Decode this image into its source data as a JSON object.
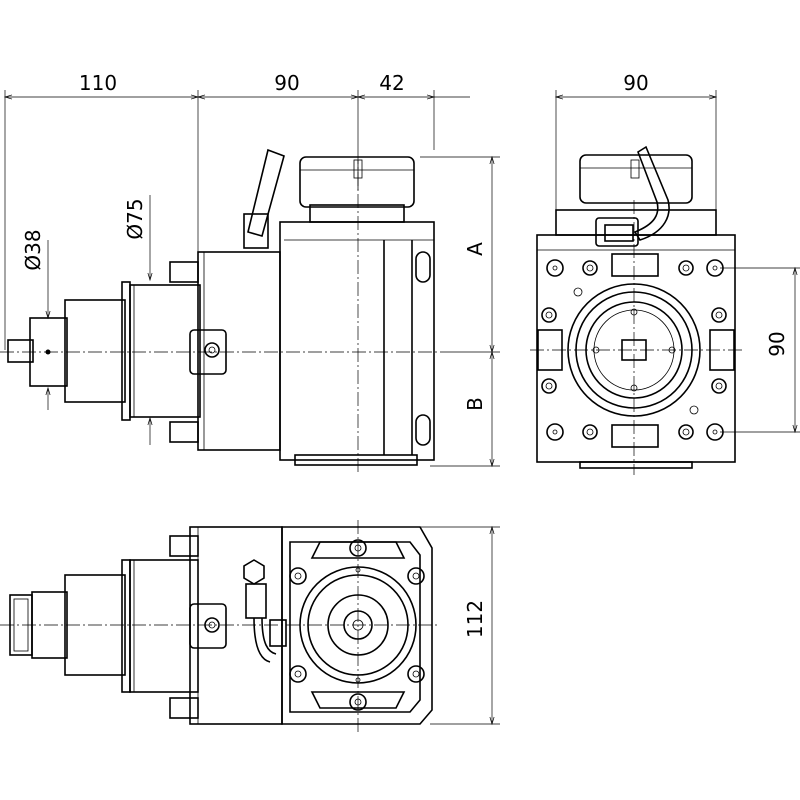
{
  "dimensions": {
    "side_width_110": "110",
    "side_width_90": "90",
    "side_width_42": "42",
    "front_width_90": "90",
    "front_height_90": "90",
    "label_a": "A",
    "label_b": "B",
    "top_height_112": "112",
    "diameter_38": "Ø38",
    "diameter_75": "Ø75"
  }
}
